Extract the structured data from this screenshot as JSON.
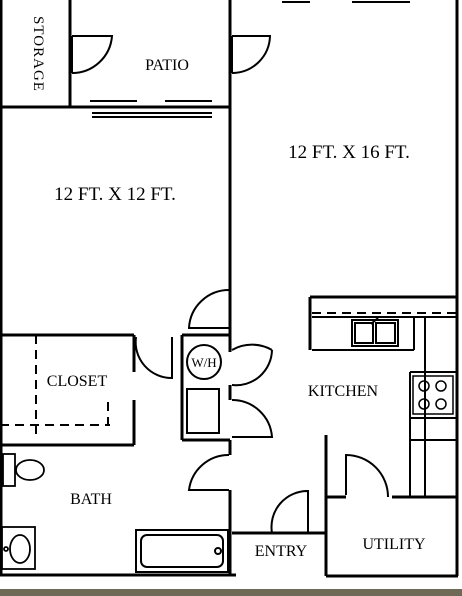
{
  "rooms": {
    "storage": "STORAGE",
    "patio": "PATIO",
    "bedroom_large": "12 FT. X 16 FT.",
    "bedroom_small": "12 FT. X 12 FT.",
    "closet": "CLOSET",
    "water_heater": "W/H",
    "kitchen": "KITCHEN",
    "bath": "BATH",
    "entry": "ENTRY",
    "utility": "UTILITY"
  }
}
